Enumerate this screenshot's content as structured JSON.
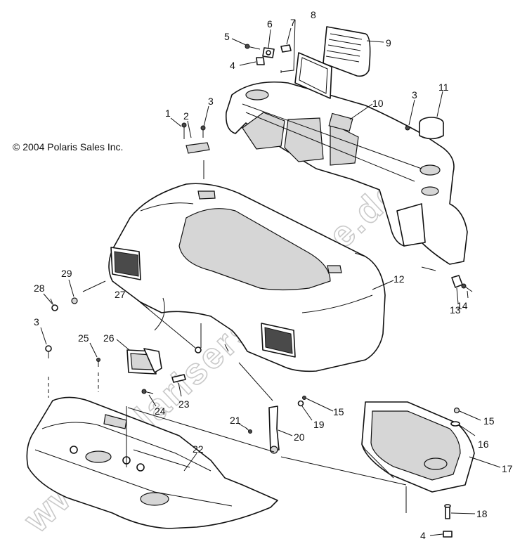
{
  "copyright": "© 2004 Polaris Sales Inc.",
  "watermark": "www.polarisersatzteile.de",
  "callouts": [
    {
      "id": "c1",
      "label": "1"
    },
    {
      "id": "c2",
      "label": "2"
    },
    {
      "id": "c3a",
      "label": "3"
    },
    {
      "id": "c3b",
      "label": "3"
    },
    {
      "id": "c3c",
      "label": "3"
    },
    {
      "id": "c4a",
      "label": "4"
    },
    {
      "id": "c4b",
      "label": "4"
    },
    {
      "id": "c5",
      "label": "5"
    },
    {
      "id": "c6",
      "label": "6"
    },
    {
      "id": "c7",
      "label": "7"
    },
    {
      "id": "c8",
      "label": "8"
    },
    {
      "id": "c9",
      "label": "9"
    },
    {
      "id": "c10",
      "label": "10"
    },
    {
      "id": "c11",
      "label": "11"
    },
    {
      "id": "c12",
      "label": "12"
    },
    {
      "id": "c13",
      "label": "13"
    },
    {
      "id": "c14",
      "label": "14"
    },
    {
      "id": "c15a",
      "label": "15"
    },
    {
      "id": "c15b",
      "label": "15"
    },
    {
      "id": "c16",
      "label": "16"
    },
    {
      "id": "c17",
      "label": "17"
    },
    {
      "id": "c18",
      "label": "18"
    },
    {
      "id": "c19",
      "label": "19"
    },
    {
      "id": "c20",
      "label": "20"
    },
    {
      "id": "c21",
      "label": "21"
    },
    {
      "id": "c22",
      "label": "22"
    },
    {
      "id": "c23",
      "label": "23"
    },
    {
      "id": "c24",
      "label": "24"
    },
    {
      "id": "c25",
      "label": "25"
    },
    {
      "id": "c26",
      "label": "26"
    },
    {
      "id": "c27",
      "label": "27"
    },
    {
      "id": "c28",
      "label": "28"
    },
    {
      "id": "c29",
      "label": "29"
    }
  ]
}
